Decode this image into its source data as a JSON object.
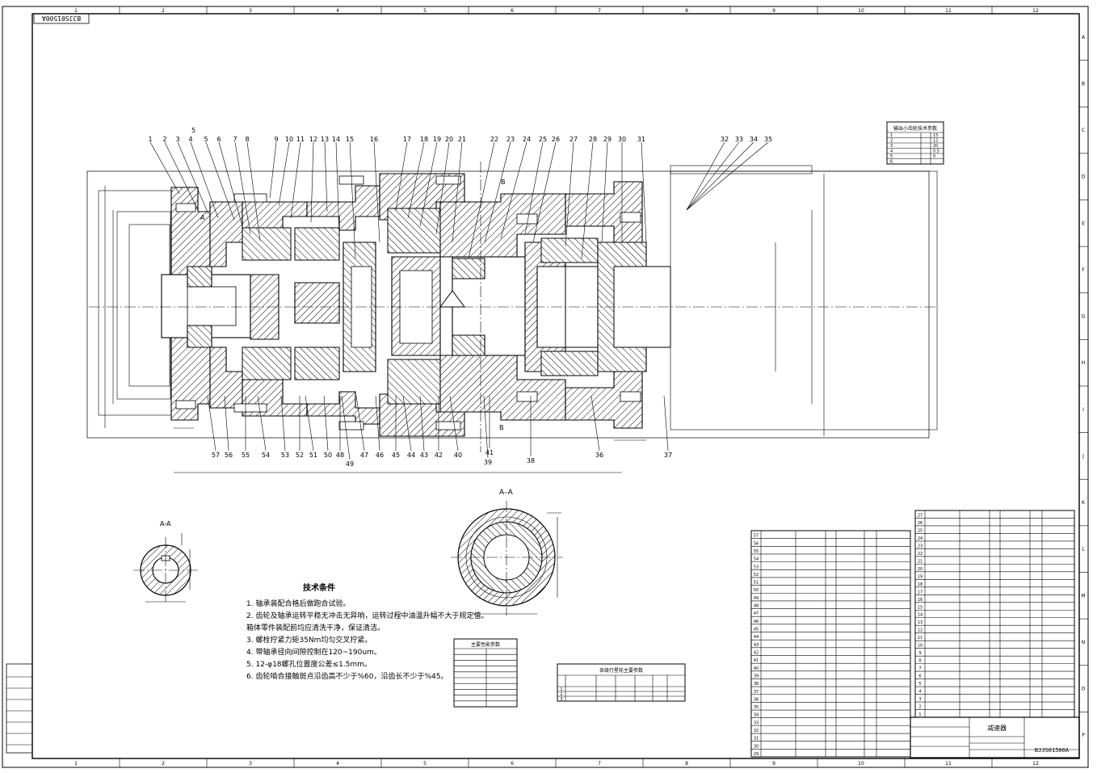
{
  "drawing": {
    "code_top": "BJJS01500A",
    "code_titleblock": "BJJS01500A",
    "title_text": "减速器"
  },
  "grid": {
    "columns": [
      "1",
      "2",
      "3",
      "4",
      "5",
      "6",
      "7",
      "8",
      "9",
      "10",
      "11",
      "12"
    ],
    "rows": [
      "A",
      "B",
      "C",
      "D",
      "E",
      "F",
      "G",
      "H",
      "I",
      "J",
      "K",
      "L",
      "M",
      "N",
      "O",
      "P"
    ]
  },
  "part_numbers_top": [
    "1",
    "2",
    "3",
    "4",
    "5",
    "6",
    "7",
    "8",
    "9",
    "10",
    "11",
    "12",
    "13",
    "14",
    "15",
    "16",
    "17",
    "18",
    "19",
    "20",
    "21",
    "22",
    "23",
    "24",
    "25",
    "26",
    "27",
    "28",
    "29",
    "30",
    "31",
    "32",
    "33",
    "34",
    "35"
  ],
  "part_numbers_bottom": [
    "57",
    "56",
    "55",
    "54",
    "53",
    "52",
    "51",
    "50",
    "48",
    "47",
    "46",
    "45",
    "44",
    "43",
    "42",
    "40",
    "39",
    "38",
    "36",
    "37",
    "41",
    "49"
  ],
  "section_labels": {
    "cut_top": "5",
    "a_left": "A",
    "b_top": "B",
    "b_bottom": "B",
    "section_aa": "A–A",
    "small_aa": "A-A"
  },
  "notes": {
    "title": "技术条件",
    "lines": [
      "1. 轴承装配合格后做跑合试验。",
      "2. 齿轮及轴承运转平稳无冲击无异响，运转过程中油温升幅不大于规定值。",
      "   箱体零件装配前均应清洗干净，保证清洁。",
      "3. 螺栓拧紧力矩35Nm均匀交叉拧紧。",
      "4. 带轴承径向间隙控制在120~190um。",
      "5. 12-φ18螺孔位置度公差≤1.5mm。",
      "6. 齿轮啮合接触斑点沿齿高不少于%60，沿齿长不少于%45。"
    ]
  },
  "left_mini_table": [
    "",
    "",
    "",
    "",
    "",
    "",
    ""
  ],
  "main_param_table": {
    "title": "主要性能参数",
    "rows": [
      [
        "",
        ""
      ],
      [
        "",
        ""
      ],
      [
        "",
        ""
      ],
      [
        "",
        ""
      ],
      [
        "",
        ""
      ],
      [
        "",
        ""
      ],
      [
        "",
        ""
      ],
      [
        "",
        ""
      ],
      [
        "",
        ""
      ],
      [
        "",
        ""
      ]
    ]
  },
  "gear_table": {
    "title": "各级行星轮主要参数",
    "rows": [
      [
        "1",
        "",
        "",
        "",
        "",
        ""
      ],
      [
        "2",
        "",
        "",
        "",
        "",
        ""
      ],
      [
        "3",
        "",
        "",
        "",
        "",
        ""
      ]
    ]
  },
  "top_param_table": {
    "title": "输出小齿轮技术参数",
    "rows": [
      [
        "1",
        "",
        "15"
      ],
      [
        "2",
        "",
        "12"
      ],
      [
        "3",
        "",
        "20"
      ],
      [
        "4",
        "",
        "0.5"
      ],
      [
        "5",
        "",
        "0"
      ],
      [
        "6",
        "",
        ""
      ]
    ]
  },
  "bom_left": {
    "numbers": [
      "57",
      "56",
      "55",
      "54",
      "53",
      "52",
      "51",
      "50",
      "49",
      "48",
      "47",
      "46",
      "45",
      "44",
      "43",
      "42",
      "41",
      "40",
      "39",
      "38",
      "37",
      "36",
      "35",
      "34",
      "33",
      "32",
      "31",
      "30",
      "29"
    ]
  },
  "bom_right": {
    "numbers": [
      "27",
      "26",
      "25",
      "24",
      "23",
      "22",
      "21",
      "20",
      "19",
      "18",
      "17",
      "16",
      "15",
      "14",
      "13",
      "12",
      "11",
      "10",
      "9",
      "8",
      "7",
      "6",
      "5",
      "4",
      "3",
      "2",
      "1"
    ]
  },
  "colors": {
    "ink": "#000000",
    "paper": "#ffffff"
  }
}
